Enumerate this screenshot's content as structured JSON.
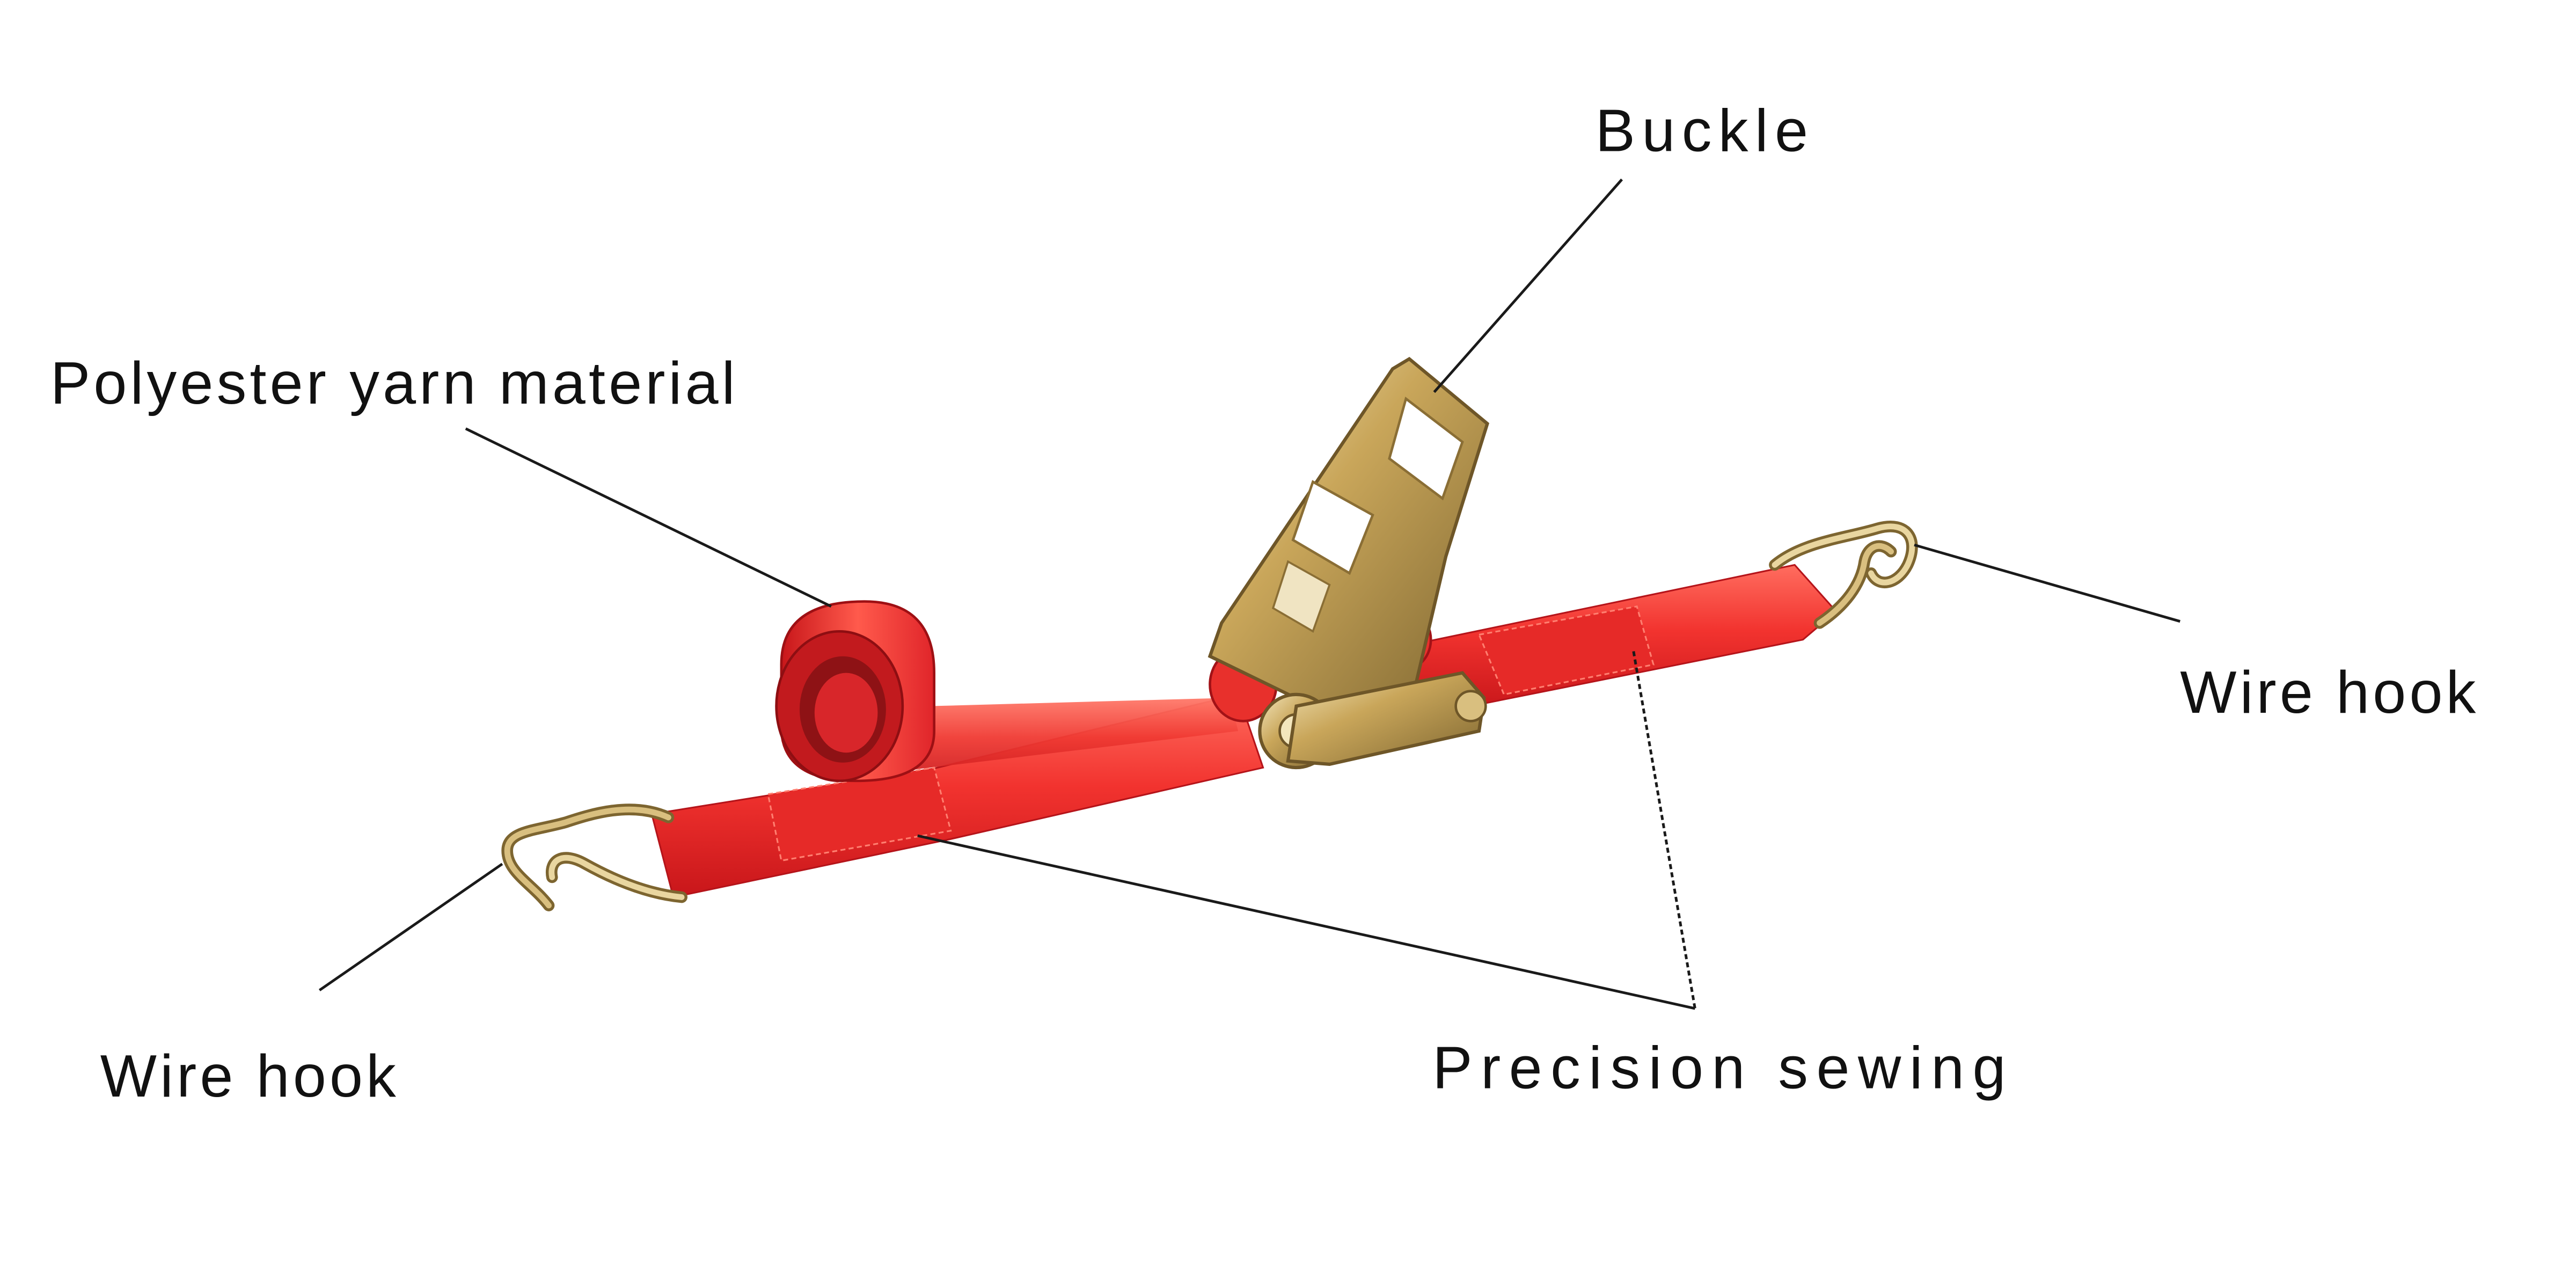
{
  "labels": {
    "buckle": "Buckle",
    "polyester": "Polyester yarn material",
    "wire_hook_right": "Wire hook",
    "wire_hook_left": "Wire hook",
    "precision_sewing": "Precision sewing"
  },
  "colors": {
    "strap": "#f2332f",
    "strap_dark": "#c8161a",
    "strap_light": "#ff6a5c",
    "metal": "#c9a65a",
    "metal_dark": "#7d6530",
    "metal_light": "#efe0b0",
    "text": "#111111",
    "leader": "#1a1a1a",
    "background": "#ffffff"
  },
  "icons": {
    "product": "ratchet-strap-image",
    "hook": "j-wire-hook-icon",
    "buckle": "ratchet-buckle-icon",
    "roll": "strap-roll-icon"
  }
}
